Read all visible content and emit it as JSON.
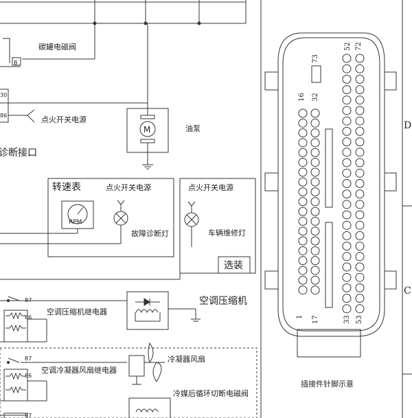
{
  "labels": {
    "canister_valve": "碳罐电磁阀",
    "canister_pin": "B",
    "relay_pin_30": "30",
    "relay_pin_86": "86",
    "relay_pin_87": "87",
    "ign_power_1": "点火开关电源",
    "fuel_pump": "油泵",
    "motor_symbol": "M",
    "diag_port": "诊断接口",
    "tachometer": "转速表",
    "rpm": "RPM",
    "ign_power_2": "点火开关电源",
    "ign_power_3": "点火开关电源",
    "fault_lamp": "故障诊断灯",
    "service_lamp": "车辆维修灯",
    "optional": "选装",
    "ac_compressor": "空调压缩机",
    "ac_relay": "空调压缩机继电器",
    "condenser_fan": "冷凝器风扇",
    "fan_relay": "空调冷凝器风扇继电器",
    "cutoff_valve": "冷媒后循环切断电磁阀",
    "connector_caption": "插接件针脚示意"
  },
  "connector_pins": {
    "p73": "73",
    "p52": "52",
    "p72": "72",
    "p16": "16",
    "p32": "32",
    "p1": "1",
    "p17": "17",
    "p33": "33",
    "p53": "53"
  },
  "grid_letters": {
    "d": "D",
    "c": "C"
  }
}
